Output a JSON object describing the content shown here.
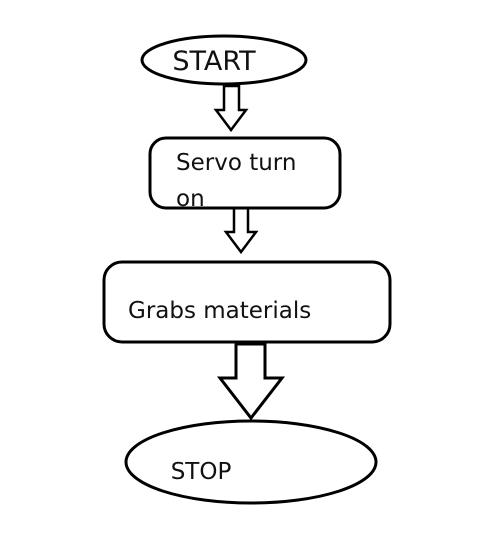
{
  "diagram": {
    "nodes": [
      {
        "id": "start",
        "shape": "ellipse",
        "label": "START"
      },
      {
        "id": "servo",
        "shape": "rounded-rect",
        "label_lines": [
          "Servo turn",
          "on"
        ]
      },
      {
        "id": "grab",
        "shape": "rounded-rect",
        "label": "Grabs materials"
      },
      {
        "id": "stop",
        "shape": "ellipse",
        "label": "STOP"
      }
    ],
    "edges": [
      {
        "from": "start",
        "to": "servo"
      },
      {
        "from": "servo",
        "to": "grab"
      },
      {
        "from": "grab",
        "to": "stop"
      }
    ],
    "stroke_color": "#000000",
    "fill_color": "#ffffff"
  }
}
